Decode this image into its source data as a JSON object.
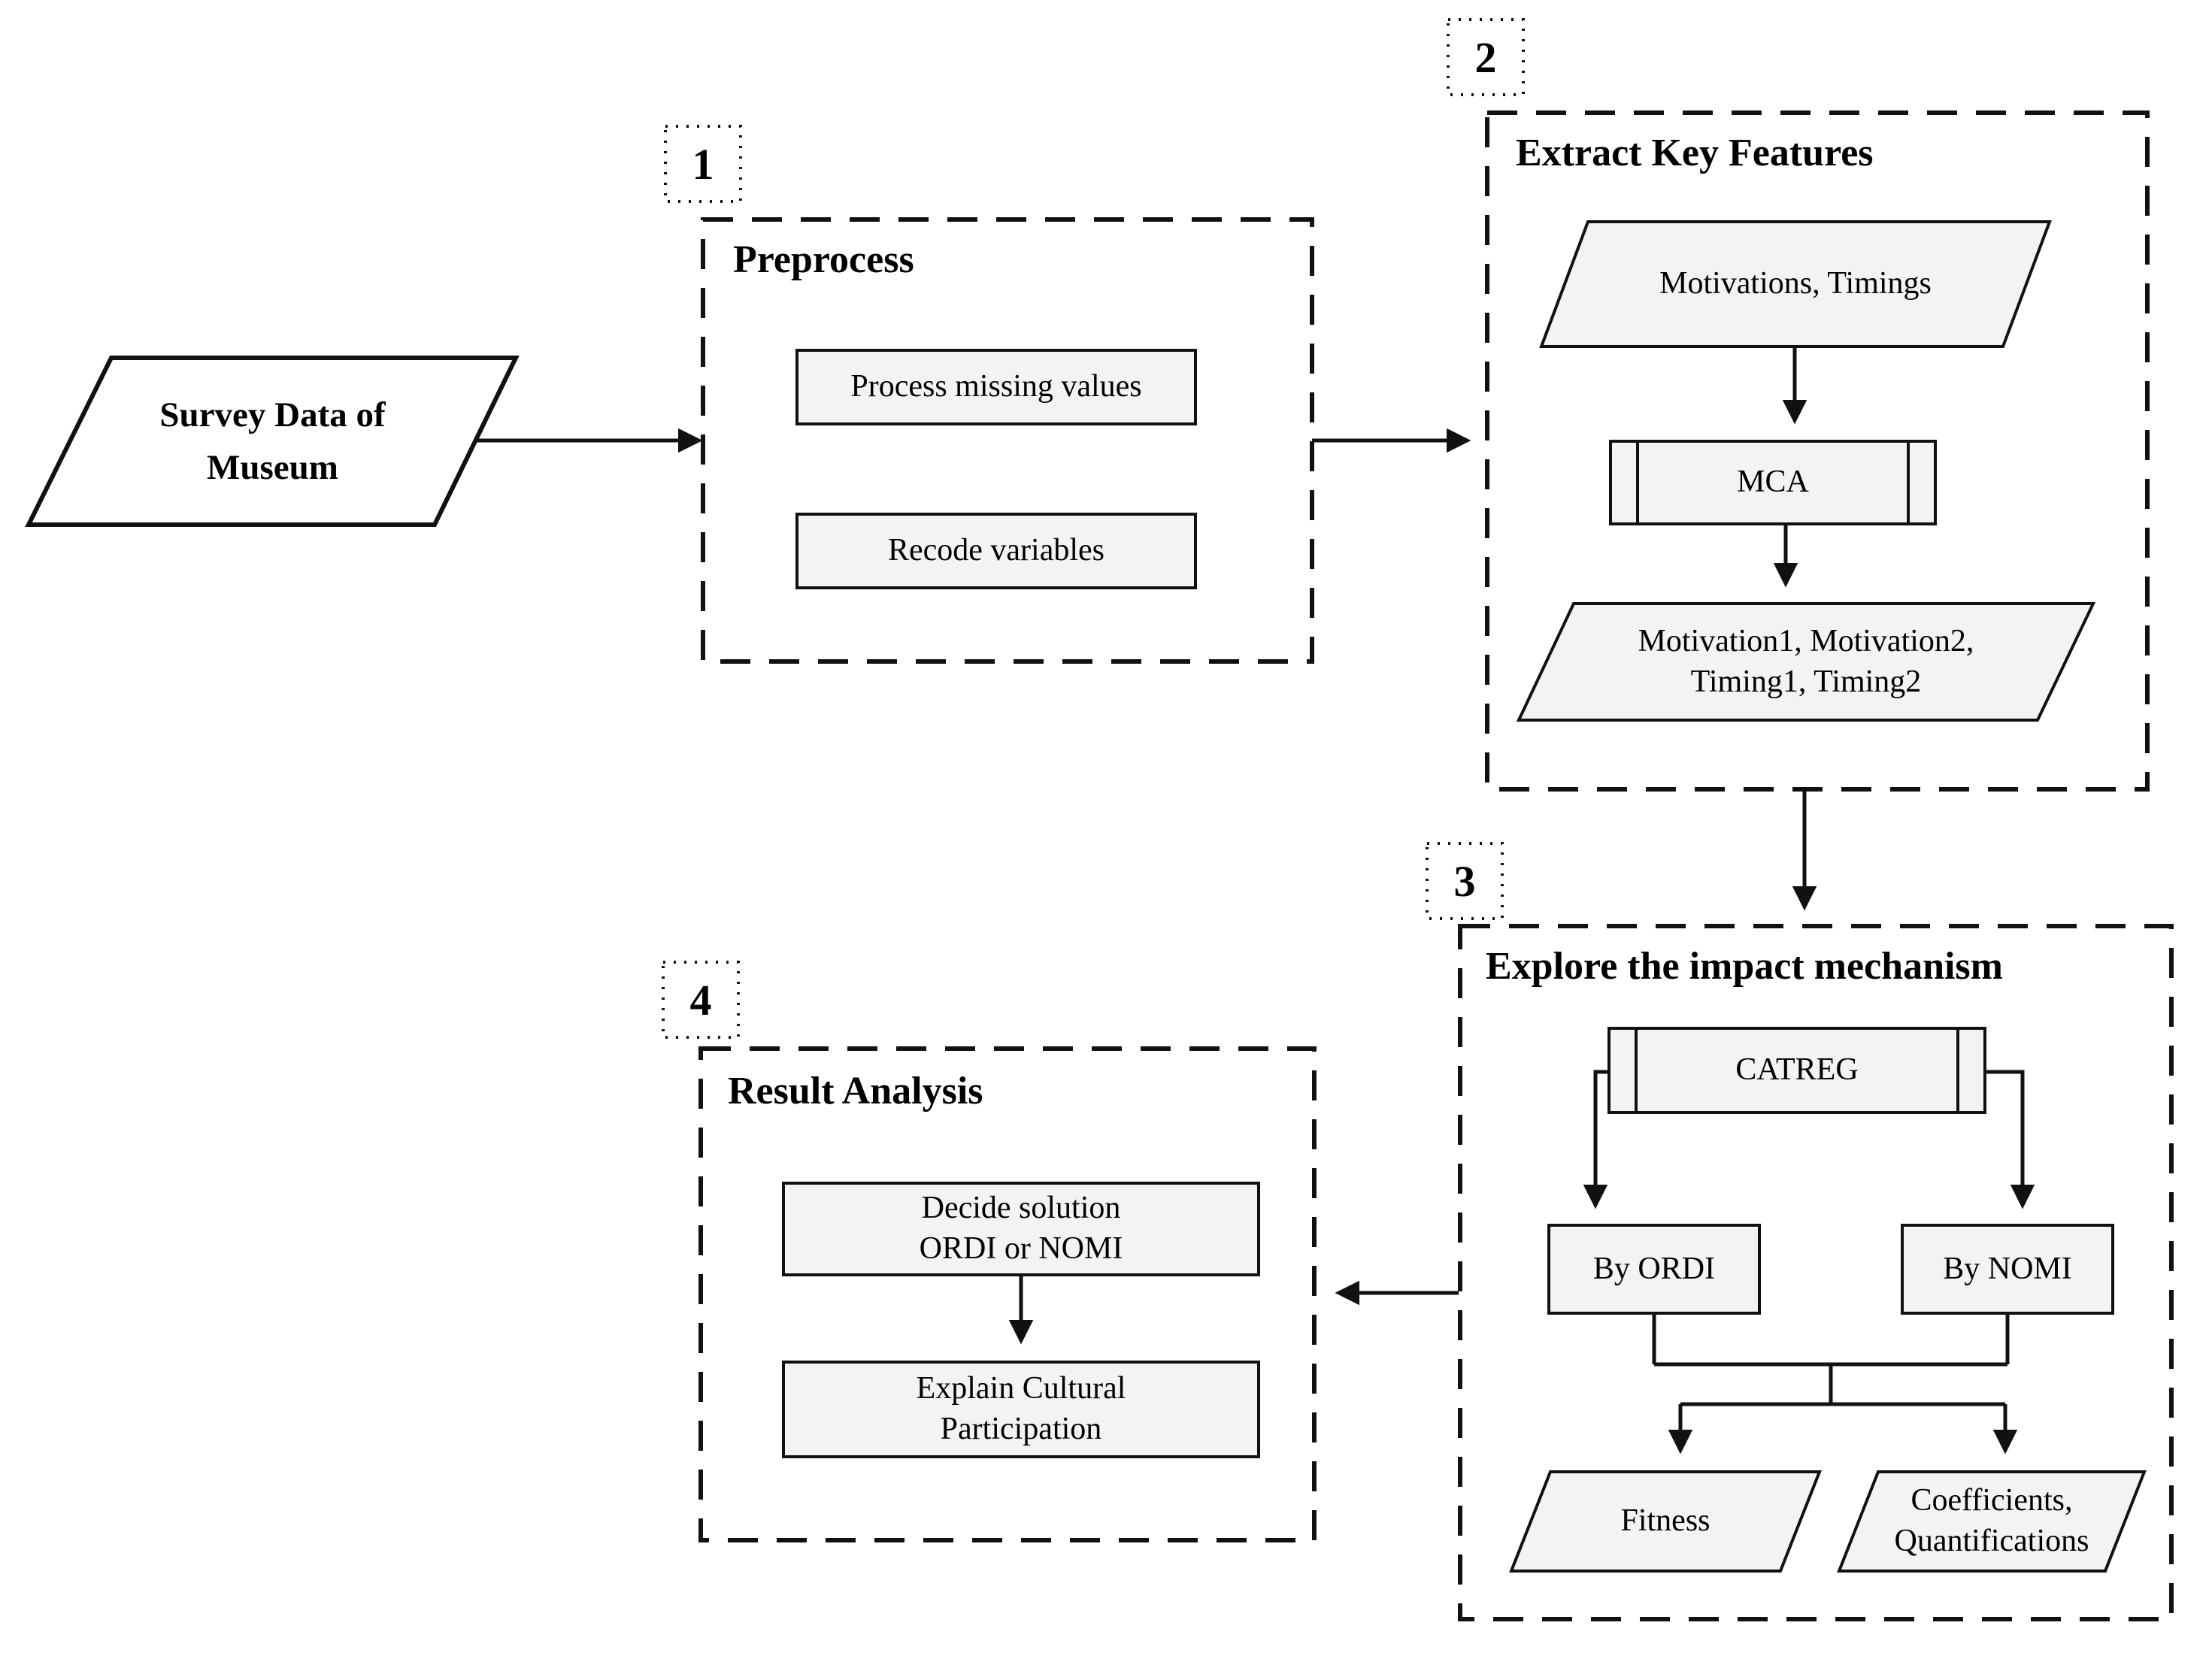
{
  "colors": {
    "line": "#111111",
    "node_fill": "#f3f3f3",
    "source_fill": "#ffffff",
    "background": "#ffffff",
    "text": "#000000"
  },
  "source_node": {
    "label": "Survey Data of\nMuseum"
  },
  "steps": [
    {
      "number": "1",
      "title": "Preprocess",
      "nodes": {
        "process_missing": "Process missing values",
        "recode": "Recode variables"
      }
    },
    {
      "number": "2",
      "title": "Extract Key Features",
      "nodes": {
        "motivations_timings": "Motivations, Timings",
        "mca": "MCA",
        "features": "Motivation1, Motivation2,\nTiming1, Timing2"
      }
    },
    {
      "number": "3",
      "title": "Explore the impact mechanism",
      "nodes": {
        "catreg": "CATREG",
        "by_ordi": "By ORDI",
        "by_nomi": "By NOMI",
        "fitness": "Fitness",
        "coefficients": "Coefficients,\nQuantifications"
      }
    },
    {
      "number": "4",
      "title": "Result Analysis",
      "nodes": {
        "decide": "Decide solution\nORDI or NOMI",
        "explain": "Explain Cultural\nParticipation"
      }
    }
  ]
}
